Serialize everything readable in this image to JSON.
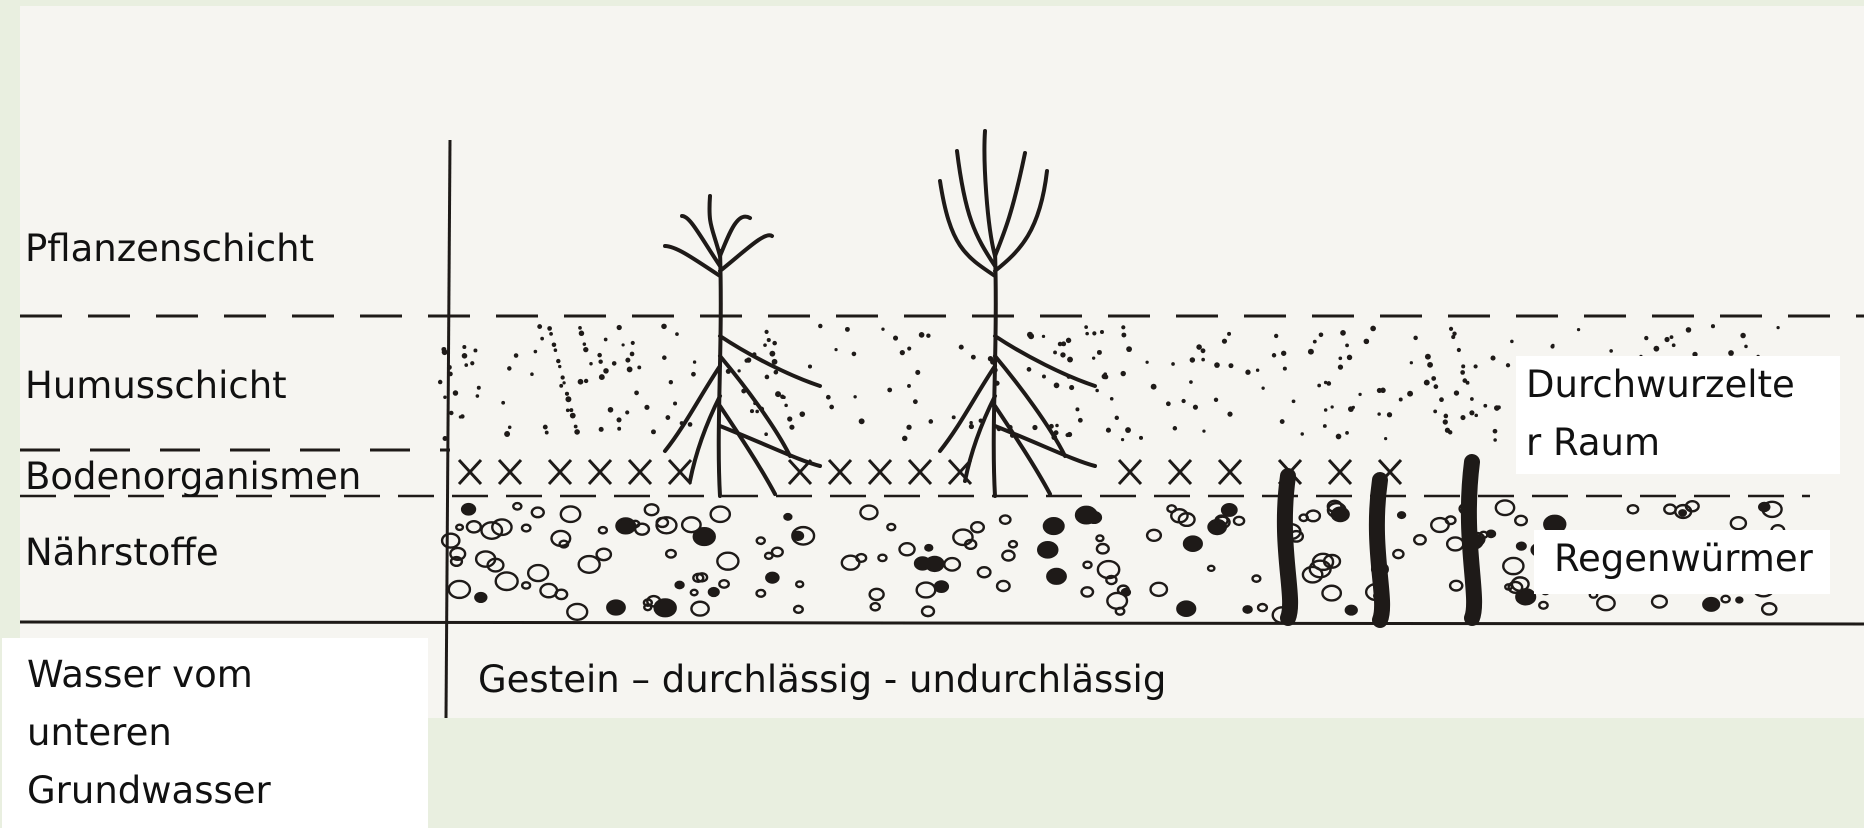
{
  "labels": {
    "plant_layer": "Pflanzenschicht",
    "humus_layer": "Humusschicht",
    "soil_organisms": "Bodenorganismen",
    "nutrients": "Nährstoffe",
    "rock": "Gestein – durchlässig - undurchlässig",
    "water_line1": "Wasser vom",
    "water_line2": "unteren",
    "water_line3": "Grundwasser",
    "root_space_line1": "Durchwurzelte",
    "root_space_line2": "r Raum",
    "earthworms": "Regenwürmer"
  },
  "colors": {
    "background": "#e9efe0",
    "paper": "#f6f5f1",
    "ink": "#1e1a18",
    "label_box": "#ffffff"
  }
}
